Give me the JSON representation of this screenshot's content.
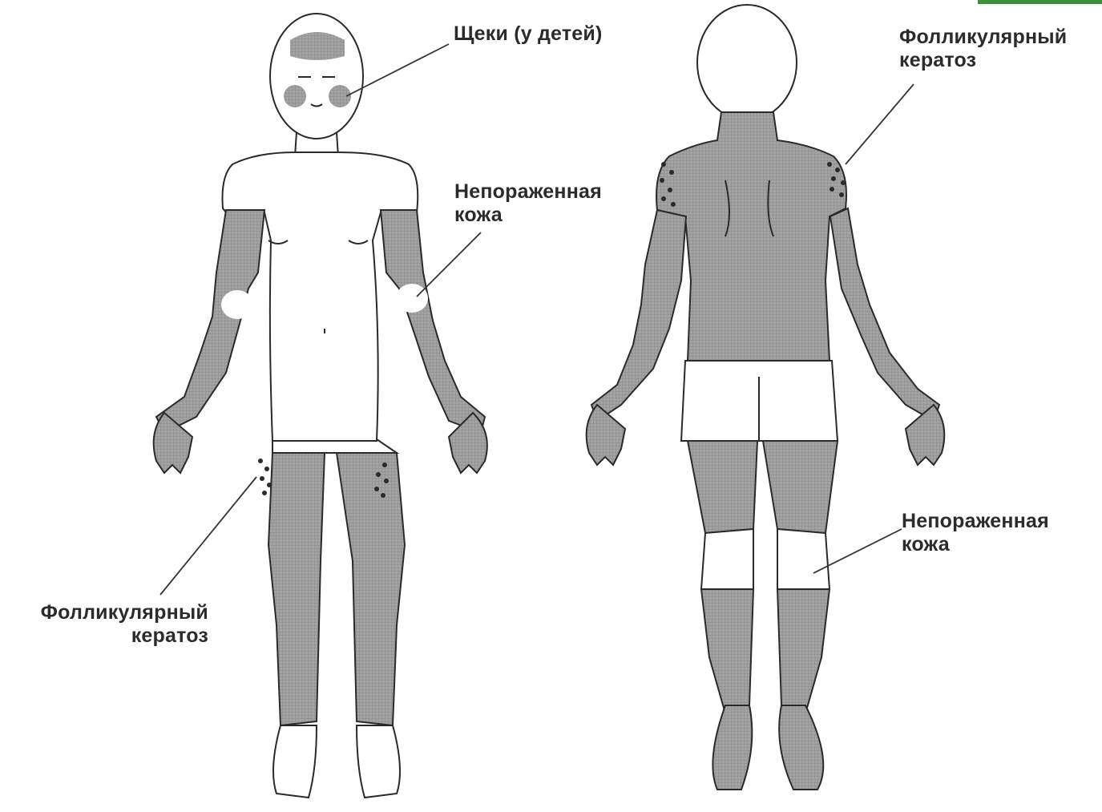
{
  "labels": {
    "front_cheeks": "Щеки (у детей)",
    "front_unaffected_line1": "Непораженная",
    "front_unaffected_line2": "кожа",
    "front_keratosis_line1": "Фолликулярный",
    "front_keratosis_line2": "кератоз",
    "back_keratosis_line1": "Фолликулярный",
    "back_keratosis_line2": "кератоз",
    "back_unaffected_line1": "Непораженная",
    "back_unaffected_line2": "кожа"
  },
  "colors": {
    "affected_fill": "#9a9a9a",
    "skin": "#ffffff",
    "outline": "#2a2a2a",
    "corner_tab": "#3f8f3f"
  },
  "figures": {
    "front": "human-body-front",
    "back": "human-body-back"
  }
}
